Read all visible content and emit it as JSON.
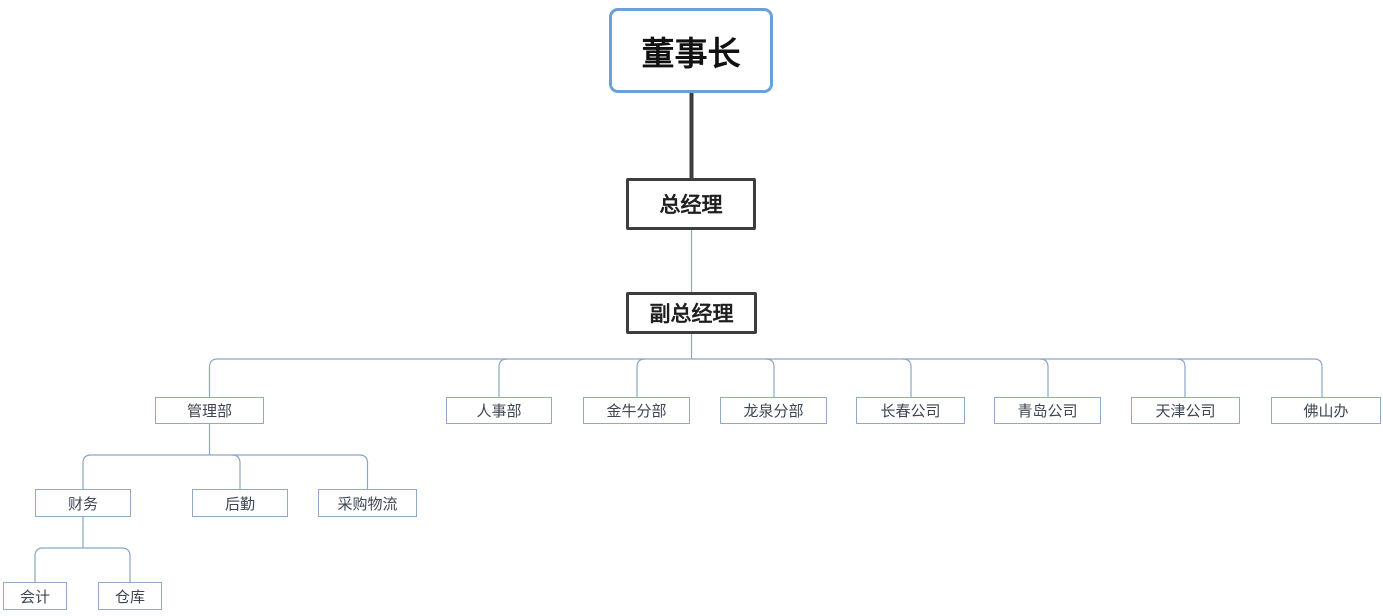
{
  "diagram": {
    "type": "org-chart",
    "nodes": {
      "chairman": {
        "label": "董事长",
        "level": 1
      },
      "general_manager": {
        "label": "总经理",
        "level": 2
      },
      "deputy_general_manager": {
        "label": "副总经理",
        "level": 3
      },
      "management_dept": {
        "label": "管理部",
        "level": 4
      },
      "hr_dept": {
        "label": "人事部",
        "level": 4
      },
      "jinniu_branch": {
        "label": "金牛分部",
        "level": 4
      },
      "longquan_branch": {
        "label": "龙泉分部",
        "level": 4
      },
      "changchun_company": {
        "label": "长春公司",
        "level": 4
      },
      "qingdao_company": {
        "label": "青岛公司",
        "level": 4
      },
      "tianjin_company": {
        "label": "天津公司",
        "level": 4
      },
      "foshan_office": {
        "label": "佛山办",
        "level": 4
      },
      "finance": {
        "label": "财务",
        "level": 5
      },
      "general_affairs": {
        "label": "后勤",
        "level": 5
      },
      "procurement_logistics": {
        "label": "采购物流",
        "level": 5
      },
      "accounting": {
        "label": "会计",
        "level": 6
      },
      "warehouse": {
        "label": "仓库",
        "level": 6
      }
    },
    "hierarchy": {
      "董事长": {
        "总经理": {
          "副总经理": {
            "管理部": {
              "财务": {
                "会计": {},
                "仓库": {}
              },
              "后勤": {},
              "采购物流": {}
            },
            "人事部": {},
            "金牛分部": {},
            "龙泉分部": {},
            "长春公司": {},
            "青岛公司": {},
            "天津公司": {},
            "佛山办": {}
          }
        }
      }
    },
    "colors": {
      "root_border": "#6ba0d8",
      "executive_border": "#3d3d3d",
      "leaf_border": "#8fa9c7",
      "connector": "#8ba6c6",
      "trunk_connector": "#3d3d3d",
      "background": "#ffffff"
    }
  }
}
